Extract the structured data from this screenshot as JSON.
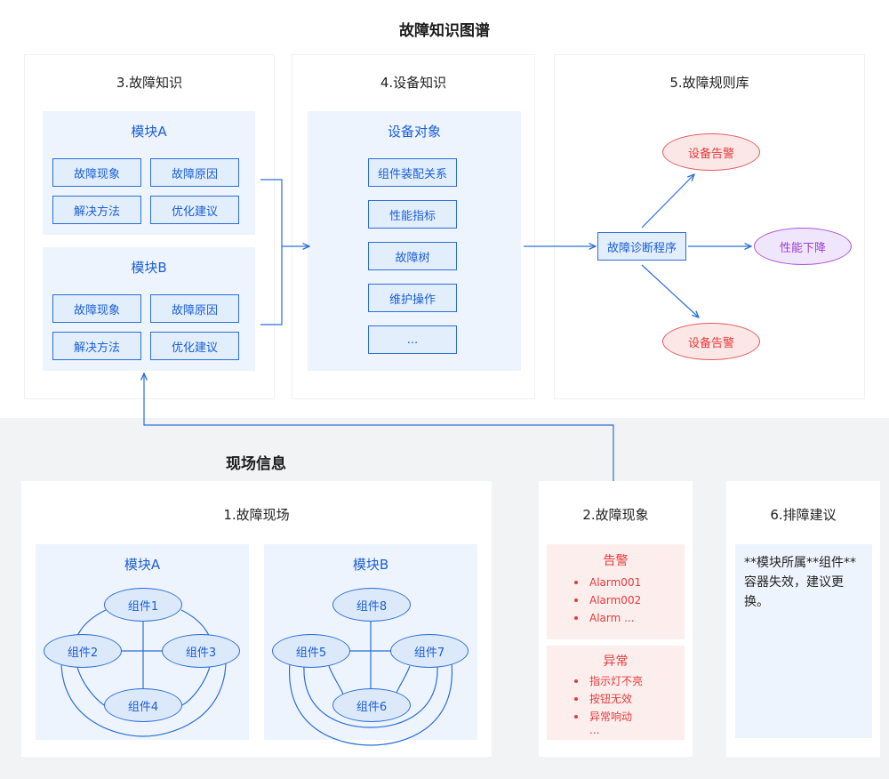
{
  "graph": {
    "title": "故障知识图谱",
    "knowledge": {
      "title": "3.故障知识",
      "modules": [
        {
          "name": "模块A",
          "items": [
            "故障现象",
            "故障原因",
            "解决方法",
            "优化建议"
          ]
        },
        {
          "name": "模块B",
          "items": [
            "故障现象",
            "故障原因",
            "解决方法",
            "优化建议"
          ]
        }
      ]
    },
    "device": {
      "title": "4.设备知识",
      "group": "设备对象",
      "items": [
        "组件装配关系",
        "性能指标",
        "故障树",
        "维护操作",
        "..."
      ]
    },
    "rules": {
      "title": "5.故障规则库",
      "program": "故障诊断程序",
      "outputs": [
        "设备告警",
        "性能下降",
        "设备告警"
      ]
    }
  },
  "site": {
    "title": "现场信息",
    "scene": {
      "title": "1.故障现场",
      "modules": [
        {
          "name": "模块A",
          "components": [
            "组件1",
            "组件2",
            "组件3",
            "组件4"
          ]
        },
        {
          "name": "模块B",
          "components": [
            "组件8",
            "组件5",
            "组件7",
            "组件6"
          ]
        }
      ]
    }
  },
  "phenomena": {
    "title": "2.故障现象",
    "alarm": {
      "title": "告警",
      "items": [
        "Alarm001",
        "Alarm002",
        "Alarm ..."
      ]
    },
    "abnormal": {
      "title": "异常",
      "items": [
        "指示灯不亮",
        "按钮无效",
        "异常响动"
      ],
      "more": "..."
    }
  },
  "advice": {
    "title": "6.排障建议",
    "text": "**模块所属**组件**容器失效，建议更换。"
  },
  "colors": {
    "blue": "#2b6fd8",
    "red": "#e53a3a",
    "purple": "#a855d8",
    "panel_bg": "#ffffff",
    "page_bg": "#f2f3f5"
  }
}
